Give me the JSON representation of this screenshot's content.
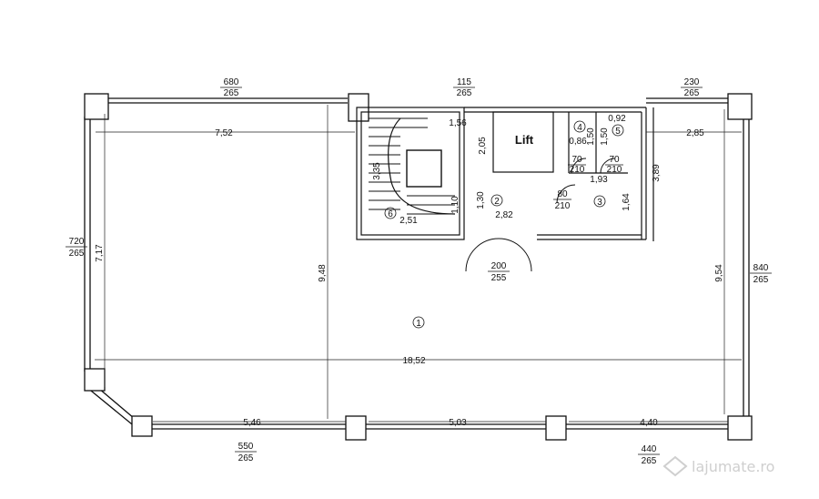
{
  "dimensions": {
    "top_left_opening": "680",
    "top_left_opening_h": "265",
    "top_mid_opening": "115",
    "top_mid_opening_h": "265",
    "top_right_opening": "230",
    "top_right_opening_h": "265",
    "left_opening": "720",
    "left_opening_h": "265",
    "right_opening": "840",
    "right_opening_h": "265",
    "bottom_left_opening": "550",
    "bottom_left_opening_h": "265",
    "bottom_right_opening": "440",
    "bottom_right_opening_h": "265",
    "door_main": "200",
    "door_main_h": "255",
    "door_80": "80",
    "door_80_h": "210",
    "door_70a": "70",
    "door_70a_h": "210",
    "door_70b": "70",
    "door_70b_h": "210"
  },
  "measurements": {
    "top_left_len": "7,52",
    "top_right_len": "2,85",
    "left_height": "7,17",
    "center_height": "9,48",
    "right_height": "9,54",
    "total_width": "18,52",
    "bottom_left_len": "5,46",
    "bottom_mid_len": "5,03",
    "bottom_right_len": "4,40",
    "stair_top": "1,56",
    "stair_side": "3,35",
    "stair_bottom": "2,51",
    "stair_small": "1,10",
    "lift_height": "2,05",
    "hall_width": "2,82",
    "hall_height": "1,30",
    "wc_width": "0,86",
    "wc_height": "1,50",
    "wc2_width": "0,92",
    "wc2_height": "1,50",
    "corridor_len": "1,93",
    "room3_height": "1,64",
    "right_core_height": "3,89"
  },
  "rooms": {
    "r1": "1",
    "r2": "2",
    "r3": "3",
    "r4": "4",
    "r5": "5",
    "r6": "6",
    "lift": "Lift"
  },
  "watermark": "lajumate.ro"
}
